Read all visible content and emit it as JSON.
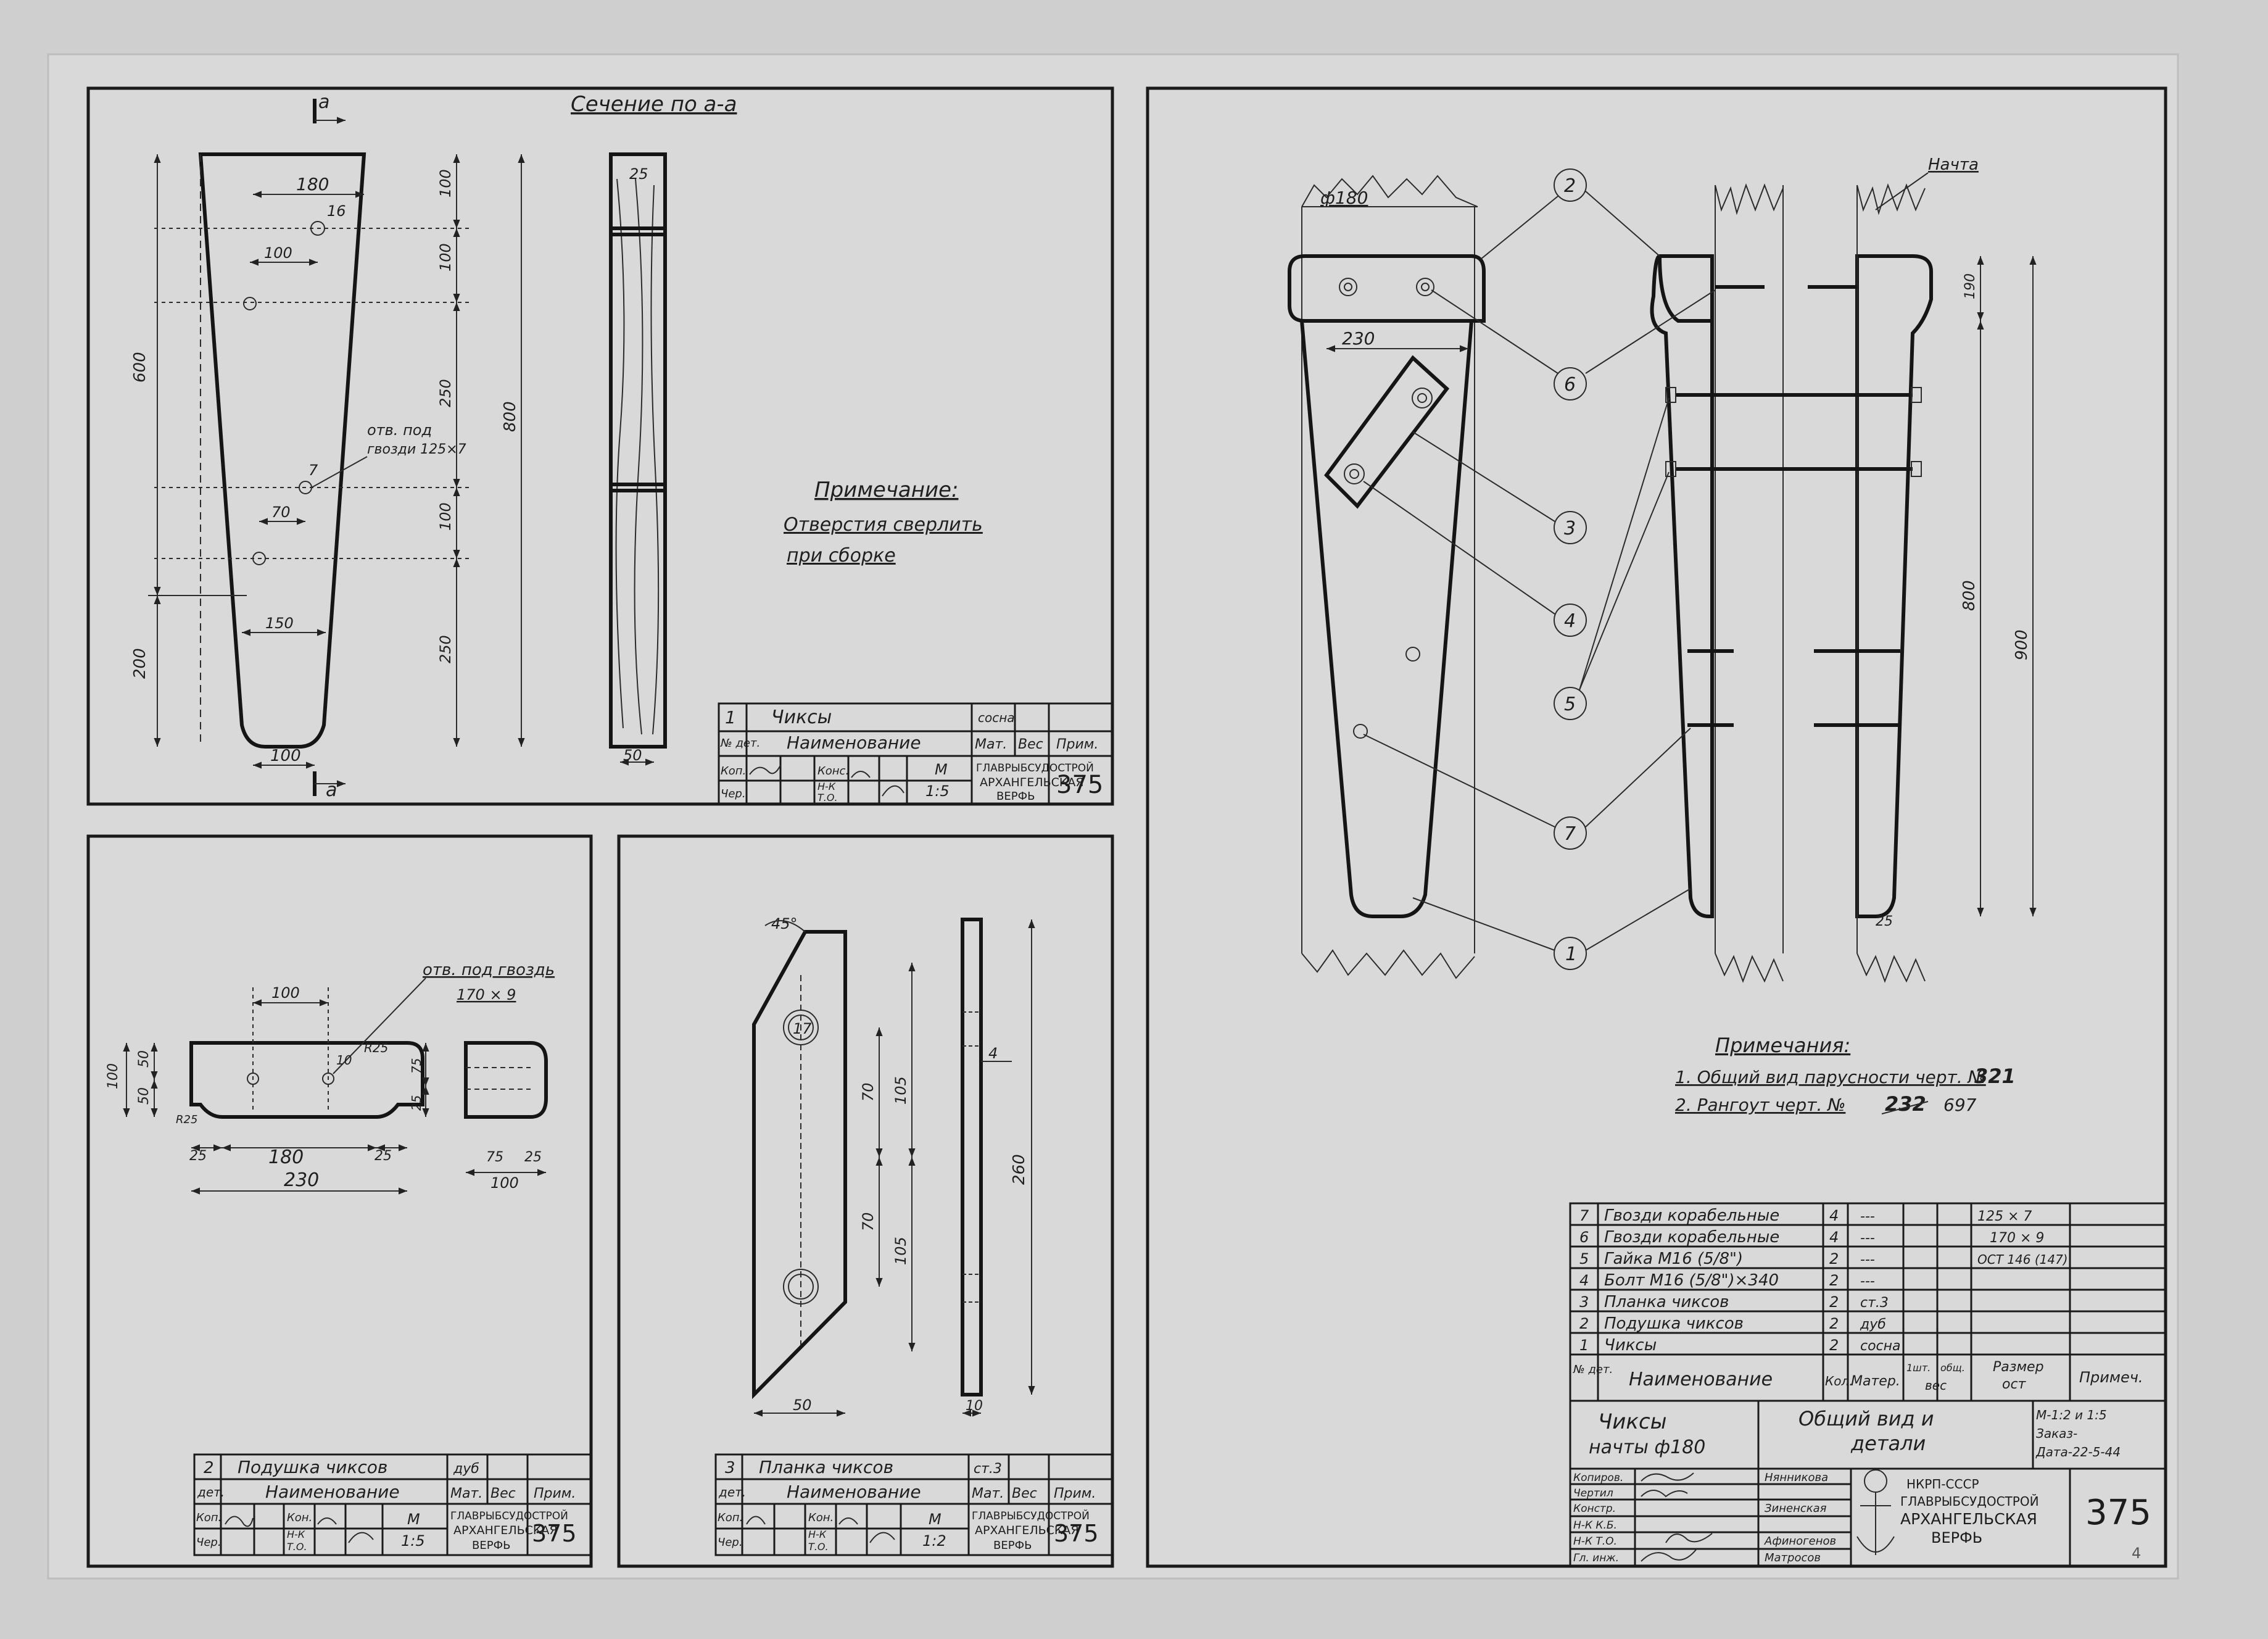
{
  "sheet_number": "375",
  "top_left": {
    "section_title": "Сечение по а-а",
    "section_mark": "а",
    "dims": [
      "180",
      "16",
      "100",
      "100",
      "100",
      "250",
      "100",
      "250",
      "600",
      "800",
      "200",
      "70",
      "7",
      "150",
      "100",
      "25",
      "50"
    ],
    "hole_note": [
      "отв. под",
      "гвозди 125×7"
    ],
    "note_title": "Примечание:",
    "note_lines": [
      "Отверстия сверлить",
      "при сборке"
    ],
    "title_block": {
      "pos": "1",
      "name": "Чиксы",
      "material": "сосна",
      "h_det": "№ дет.",
      "h_name": "Наименование",
      "h_mat": "Мат.",
      "h_weight": "Вес",
      "h_note": "Прим.",
      "r_kop": "Коп.",
      "r_cher": "Чер.",
      "r_konstr": "Конс.",
      "r_nk": "Н-К",
      "r_to": "Т.О.",
      "scale_m": "М",
      "scale": "1:5",
      "org1": "ГЛАВРЫБСУДОСТРОЙ",
      "org2": "АРХАНГЕЛЬСКАЯ",
      "org3": "ВЕРФЬ",
      "sheet": "375"
    }
  },
  "bottom_left": {
    "dims": [
      "100",
      "100",
      "50",
      "50",
      "10",
      "R25",
      "75",
      "25",
      "R25",
      "25",
      "25",
      "180",
      "25",
      "230",
      "75",
      "25",
      "100"
    ],
    "hole_note": [
      "отв. под гвоздь",
      "170 × 9"
    ],
    "title_block": {
      "pos": "2",
      "name": "Подушка чиксов",
      "material": "дуб",
      "h_det": "дет.",
      "h_name": "Наименование",
      "h_mat": "Мат.",
      "h_weight": "Вес",
      "h_note": "Прим.",
      "r_kop": "Коп.",
      "r_cher": "Чер.",
      "r_konstr": "Кон.",
      "r_nk": "Н-К",
      "r_to": "Т.О.",
      "scale_m": "М",
      "scale": "1:5",
      "org1": "ГЛАВРЫБСУДОСТРОЙ",
      "org2": "АРХАНГЕЛЬСКАЯ",
      "org3": "ВЕРФЬ",
      "sheet": "375"
    }
  },
  "bottom_middle": {
    "dims": [
      "45°",
      "17",
      "70",
      "105",
      "70",
      "105",
      "260",
      "4",
      "50",
      "10"
    ],
    "title_block": {
      "pos": "3",
      "name": "Планка чиксов",
      "material": "ст.3",
      "h_det": "дет.",
      "h_name": "Наименование",
      "h_mat": "Мат.",
      "h_weight": "Вес",
      "h_note": "Прим.",
      "r_kop": "Коп.",
      "r_cher": "Чер.",
      "r_konstr": "Кон.",
      "r_nk": "Н-К",
      "r_to": "Т.О.",
      "scale_m": "М",
      "scale": "1:2",
      "org1": "ГЛАВРЫБСУДОСТРОЙ",
      "org2": "АРХАНГЕЛЬСКАЯ",
      "org3": "ВЕРФЬ",
      "sheet": "375"
    }
  },
  "right": {
    "diameter": "ф180",
    "width_230": "230",
    "nachta": "Начта",
    "dims": [
      "190",
      "800",
      "900",
      "25"
    ],
    "callouts": [
      "2",
      "6",
      "3",
      "4",
      "5",
      "7",
      "1"
    ],
    "notes_title": "Примечания:",
    "note1": "1. Общий вид парусности черт. №",
    "note1_num": "321",
    "note2": "2. Рангоут черт. №",
    "note2_num": "232",
    "note2_extra": "697",
    "spec": {
      "rows": [
        {
          "n": "7",
          "name": "Гвозди корабельные",
          "qty": "4",
          "mat": "---",
          "size": "125 × 7"
        },
        {
          "n": "6",
          "name": "Гвозди корабельные",
          "qty": "4",
          "mat": "---",
          "size": "170 × 9"
        },
        {
          "n": "5",
          "name": "Гайка  М16 (5/8\")",
          "qty": "2",
          "mat": "---",
          "size": "ОСТ 146 (147)"
        },
        {
          "n": "4",
          "name": "Болт  М16 (5/8\")×340",
          "qty": "2",
          "mat": "---",
          "size": ""
        },
        {
          "n": "3",
          "name": "Планка чиксов",
          "qty": "2",
          "mat": "ст.3",
          "size": ""
        },
        {
          "n": "2",
          "name": "Подушка чиксов",
          "qty": "2",
          "mat": "дуб",
          "size": ""
        },
        {
          "n": "1",
          "name": "Чиксы",
          "qty": "2",
          "mat": "сосна",
          "size": ""
        }
      ],
      "h_n": "№ дет.",
      "h_name": "Наименование",
      "h_qty": "Кол.",
      "h_mat": "Матер.",
      "h_weight1": "1шт.",
      "h_weight2": "общ.",
      "h_weight3": "вес",
      "h_size1": "Размер",
      "h_size2": "ост",
      "h_note": "Примеч."
    },
    "main_block": {
      "title1": "Чиксы",
      "title2": "начты ф180",
      "desc1": "Общий вид и",
      "desc2": "детали",
      "scale": "М-1:2 и 1:5",
      "order": "Заказ-",
      "date": "Дата-22-5-44",
      "roles": [
        "Копиров.",
        "Чертил",
        "Констр.",
        "Н-К К.Б.",
        "Н-К Т.О.",
        "Гл. инж."
      ],
      "names": [
        "Нянникова",
        "Зиненская",
        "Афиногенов",
        "Матросов"
      ],
      "org0": "НКРП-СССР",
      "org1": "ГЛАВРЫБСУДОСТРОЙ",
      "org2": "АРХАНГЕЛЬСКАЯ",
      "org3": "ВЕРФЬ",
      "sheet": "375",
      "sheet_sub": "4"
    }
  }
}
